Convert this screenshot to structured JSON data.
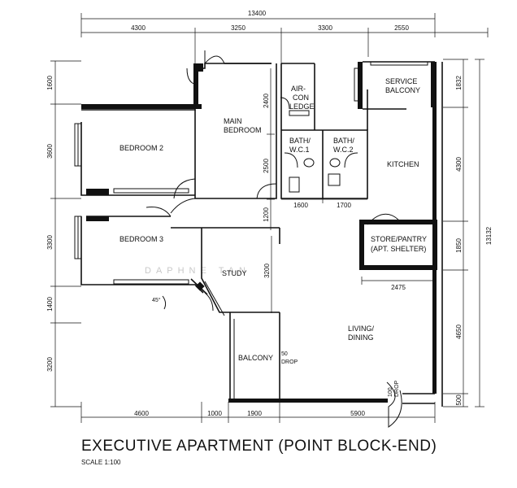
{
  "title": "EXECUTIVE APARTMENT (POINT BLOCK-END)",
  "scale": "SCALE   1:100",
  "watermark": "DAPHNE  TAN",
  "rooms": {
    "main_bedroom": [
      "MAIN",
      "BEDROOM"
    ],
    "aircon_ledge": [
      "AIR-",
      "CON",
      "LEDGE"
    ],
    "bath1": [
      "BATH/",
      "W.C.1"
    ],
    "bath2": [
      "BATH/",
      "W.C.2"
    ],
    "service_balcony": [
      "SERVICE",
      "BALCONY"
    ],
    "kitchen": "KITCHEN",
    "bedroom2": "BEDROOM 2",
    "bedroom3": "BEDROOM 3",
    "store": [
      "STORE/PANTRY",
      "(APT. SHELTER)"
    ],
    "study": "STUDY",
    "living": [
      "LIVING/",
      "DINING"
    ],
    "balcony": "BALCONY"
  },
  "annotations": {
    "angle": "45°",
    "drop_50": [
      "50",
      "DROP"
    ],
    "drop_100": [
      "100",
      "DROP"
    ]
  },
  "dimensions": {
    "top_total": "13400",
    "top": [
      "4300",
      "3250",
      "3300",
      "2550"
    ],
    "bottom": [
      "4600",
      "1000",
      "1900",
      "5900"
    ],
    "left": [
      "1600",
      "3600",
      "3300",
      "1400",
      "3200"
    ],
    "right": [
      "1832",
      "4300",
      "1850",
      "4650",
      "500"
    ],
    "right_total": "13132",
    "inner": {
      "d2400": "2400",
      "d2500": "2500",
      "d1200": "1200",
      "d3200": "3200",
      "d1600": "1600",
      "d1700": "1700",
      "d2475": "2475"
    }
  }
}
